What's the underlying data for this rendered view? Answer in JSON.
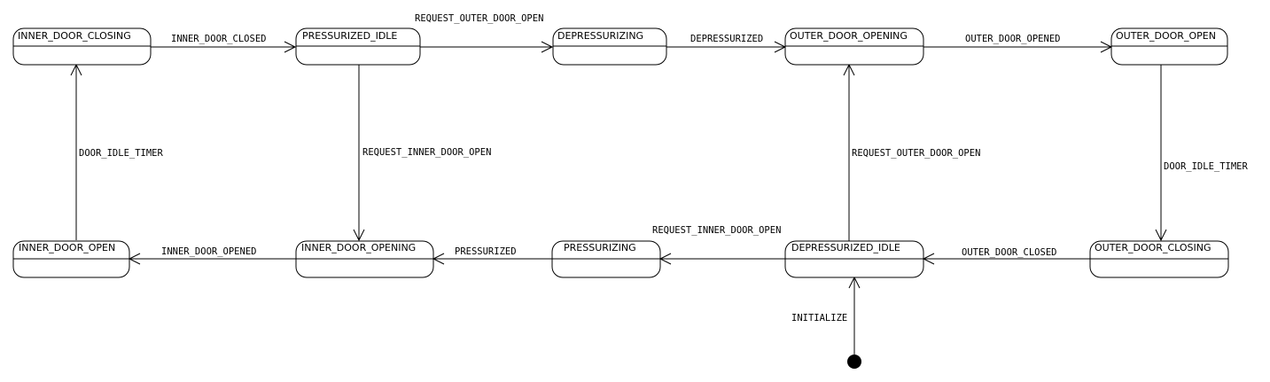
{
  "diagram": {
    "states": [
      {
        "id": "inner_door_closing",
        "label": "INNER_DOOR_CLOSING"
      },
      {
        "id": "pressurized_idle",
        "label": "PRESSURIZED_IDLE"
      },
      {
        "id": "depressurizing",
        "label": "DEPRESSURIZING"
      },
      {
        "id": "outer_door_opening",
        "label": "OUTER_DOOR_OPENING"
      },
      {
        "id": "outer_door_open",
        "label": "OUTER_DOOR_OPEN"
      },
      {
        "id": "inner_door_open",
        "label": "INNER_DOOR_OPEN"
      },
      {
        "id": "inner_door_opening",
        "label": "INNER_DOOR_OPENING"
      },
      {
        "id": "pressurizing",
        "label": "PRESSURIZING"
      },
      {
        "id": "depressurized_idle",
        "label": "DEPRESSURIZED_IDLE"
      },
      {
        "id": "outer_door_closing",
        "label": "OUTER_DOOR_CLOSING"
      }
    ],
    "transitions": [
      {
        "from": "inner_door_closing",
        "to": "pressurized_idle",
        "label": "INNER_DOOR_CLOSED"
      },
      {
        "from": "pressurized_idle",
        "to": "depressurizing",
        "label": "REQUEST_OUTER_DOOR_OPEN"
      },
      {
        "from": "depressurizing",
        "to": "outer_door_opening",
        "label": "DEPRESSURIZED"
      },
      {
        "from": "outer_door_opening",
        "to": "outer_door_open",
        "label": "OUTER_DOOR_OPENED"
      },
      {
        "from": "outer_door_open",
        "to": "outer_door_closing",
        "label": "DOOR_IDLE_TIMER"
      },
      {
        "from": "outer_door_closing",
        "to": "depressurized_idle",
        "label": "OUTER_DOOR_CLOSED"
      },
      {
        "from": "depressurized_idle",
        "to": "outer_door_opening",
        "label": "REQUEST_OUTER_DOOR_OPEN"
      },
      {
        "from": "depressurized_idle",
        "to": "pressurizing",
        "label": "REQUEST_INNER_DOOR_OPEN"
      },
      {
        "from": "pressurizing",
        "to": "inner_door_opening",
        "label": "PRESSURIZED"
      },
      {
        "from": "pressurized_idle",
        "to": "inner_door_opening",
        "label": "REQUEST_INNER_DOOR_OPEN"
      },
      {
        "from": "inner_door_opening",
        "to": "inner_door_open",
        "label": "INNER_DOOR_OPENED"
      },
      {
        "from": "inner_door_open",
        "to": "inner_door_closing",
        "label": "DOOR_IDLE_TIMER"
      },
      {
        "from": "initial",
        "to": "depressurized_idle",
        "label": "INITIALIZE"
      }
    ]
  }
}
